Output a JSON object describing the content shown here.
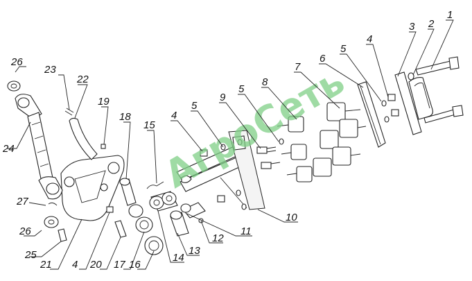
{
  "watermark": {
    "text": "АгроСеть",
    "color": "#7fcf86"
  },
  "labels": [
    "1",
    "2",
    "3",
    "4",
    "5",
    "6",
    "7",
    "8",
    "5",
    "9",
    "5",
    "4",
    "10",
    "11",
    "12",
    "13",
    "14",
    "15",
    "16",
    "17",
    "18",
    "19",
    "20",
    "4",
    "21",
    "22",
    "23",
    "24",
    "25",
    "26",
    "27",
    "26"
  ]
}
